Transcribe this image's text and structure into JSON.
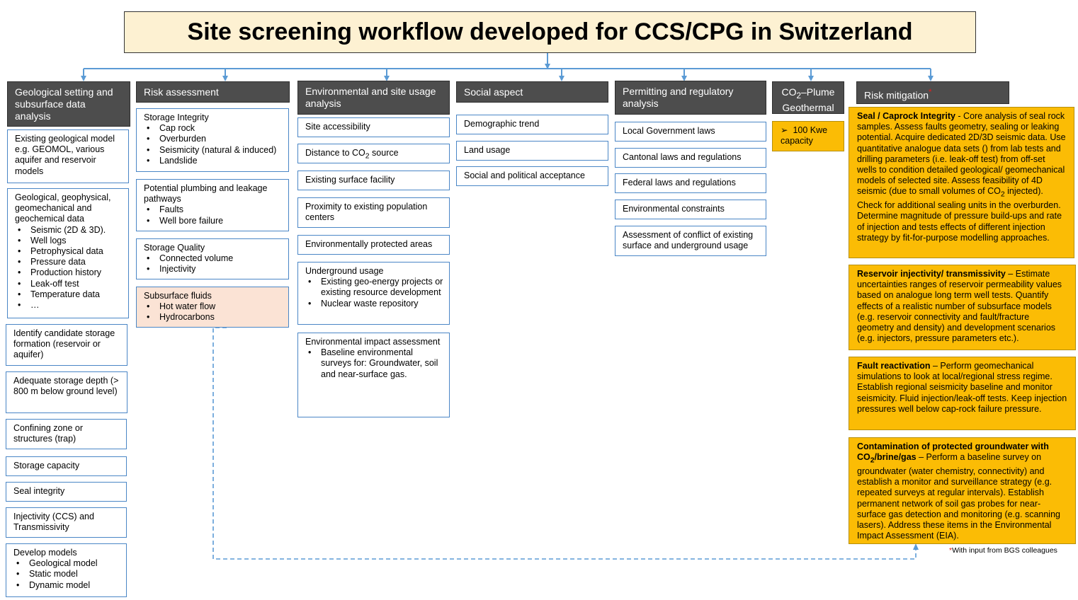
{
  "title": "Site screening workflow developed for CCS/CPG in Switzerland",
  "colors": {
    "line": "#5b9bd5",
    "header_bg": "#4d4d4d",
    "title_bg": "#fdf1d2",
    "mitigation_bg": "#fbbc05",
    "fluids_bg": "#fbe3d5"
  },
  "columns": {
    "geo": {
      "header": "Geological setting and subsurface data analysis",
      "b1": "Existing geological model e.g. GEOMOL, various aquifer and reservoir models",
      "b2_title": "Geological, geophysical, geomechanical and geochemical data",
      "b2_items": [
        "Seismic (2D & 3D).",
        "Well logs",
        "Petrophysical data",
        "Pressure data",
        "Production history",
        "Leak-off test",
        "Temperature data",
        "…"
      ],
      "b3": "Identify candidate storage formation (reservoir or aquifer)",
      "b4": "Adequate storage  depth (> 800 m below ground level)",
      "b5": "Confining zone or structures (trap)",
      "b6": "Storage capacity",
      "b7": "Seal integrity",
      "b8": "Injectivity (CCS) and Transmissivity",
      "b9_title": "Develop models",
      "b9_items": [
        "Geological model",
        "Static model",
        "Dynamic model"
      ]
    },
    "risk": {
      "header": "Risk assessment",
      "b1_title": "Storage Integrity",
      "b1_items": [
        "Cap rock",
        "Overburden",
        "Seismicity (natural & induced)",
        "Landslide"
      ],
      "b2_title": "Potential plumbing and leakage pathways",
      "b2_items": [
        "Faults",
        "Well bore failure"
      ],
      "b3_title": "Storage Quality",
      "b3_items": [
        "Connected volume",
        "Injectivity"
      ],
      "b4_title": "Subsurface fluids",
      "b4_items": [
        "Hot water flow",
        "Hydrocarbons"
      ]
    },
    "env": {
      "header": "Environmental and site usage analysis",
      "b1": "Site accessibility",
      "b2_pre": "Distance to CO",
      "b2_sub": "2",
      "b2_post": " source",
      "b3": "Existing surface facility",
      "b4": "Proximity to existing population centers",
      "b5": "Environmentally protected areas",
      "b6_title": "Underground usage",
      "b6_items": [
        "Existing geo-energy projects or existing resource development",
        "Nuclear waste repository"
      ],
      "b7_title": "Environmental impact assessment",
      "b7_items": [
        "Baseline environmental surveys for: Groundwater, soil and near-surface gas."
      ]
    },
    "social": {
      "header": "Social aspect",
      "b1": "Demographic trend",
      "b2": "Land usage",
      "b3": "Social and political acceptance"
    },
    "permit": {
      "header": "Permitting and regulatory analysis",
      "b1": "Local Government laws",
      "b2": "Cantonal laws and regulations",
      "b3": "Federal laws and regulations",
      "b4": "Environmental constraints",
      "b5": "Assessment of conflict of existing surface and underground usage"
    },
    "plume": {
      "header_pre": "CO",
      "header_sub": "2",
      "header_post": "–Plume Geothermal",
      "box_arrow": "➢",
      "box_text": "100 Kwe capacity"
    },
    "mitigation": {
      "header": "Risk mitigation",
      "star": "*",
      "b1_bold": "Seal / Caprock Integrity",
      "b1_a": " - Core analysis of seal rock samples. Assess faults geometry, sealing or leaking potential. Acquire dedicated 2D/3D seismic data. Use quantitative analogue data sets () from lab tests and drilling parameters (i.e. leak-off test) from off-set wells to condition detailed geological/ geomechanical models of selected site. Assess feasibility of 4D seismic (due to small volumes of CO",
      "b1_sub": "2",
      "b1_b": " injected). Check for additional sealing units in the overburden. Determine magnitude of pressure build-ups and rate of injection and tests effects of different injection strategy by fit-for-purpose modelling approaches.",
      "b2_bold": "Reservoir injectivity/ transmissivity",
      "b2_text": " – Estimate uncertainties ranges of reservoir permeability values based on analogue long term well tests. Quantify effects of a realistic number of subsurface models (e.g. reservoir connectivity and fault/fracture geometry and density) and development scenarios (e.g. injectors, pressure parameters etc.).",
      "b3_bold": "Fault reactivation",
      "b3_text": " – Perform geomechanical simulations to look at local/regional stress regime. Establish regional seismicity baseline and monitor seismicity. Fluid injection/leak-off tests. Keep injection pressures well below cap-rock failure pressure.",
      "b4_bold_a": "Contamination of protected groundwater with CO",
      "b4_bold_sub": "2",
      "b4_bold_b": "/brine/gas",
      "b4_text": " – Perform a baseline survey on groundwater (water chemistry, connectivity) and establish a monitor and surveillance strategy (e.g. repeated surveys at regular intervals). Establish permanent network of soil gas probes for near-surface gas detection and monitoring (e.g. scanning lasers). Address these items in the Environmental Impact Assessment (EIA).",
      "note_star": "*",
      "note": "With input from BGS colleagues"
    }
  }
}
